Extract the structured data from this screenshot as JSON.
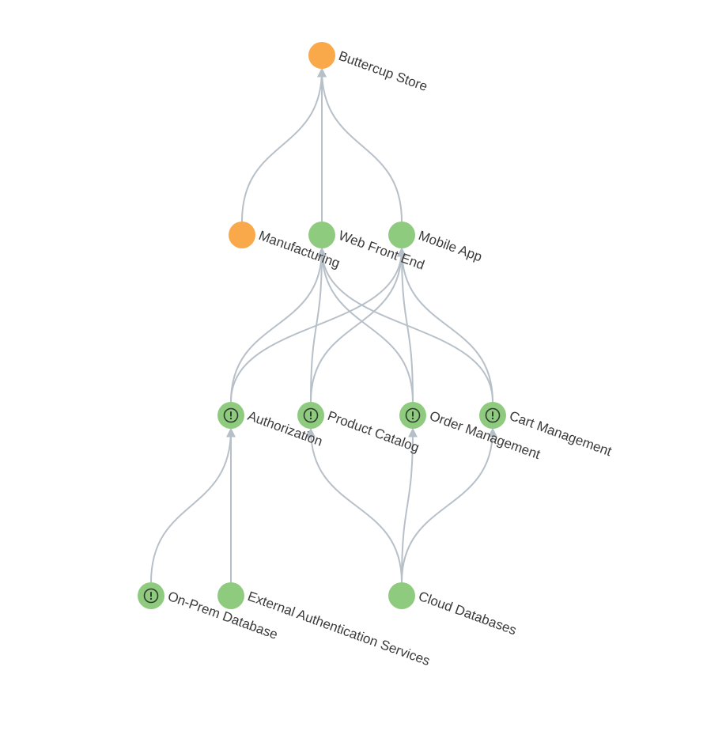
{
  "colors": {
    "healthy": "#8fcb7f",
    "degraded": "#f9a84a",
    "edge": "#b7c0c9",
    "label": "#3a3a3a",
    "warning_glyph": "#2f3a2f"
  },
  "nodes": [
    {
      "id": "buttercup-store",
      "label": "Buttercup Store",
      "status": "degraded",
      "warning": false
    },
    {
      "id": "manufacturing",
      "label": "Manufacturing",
      "status": "degraded",
      "warning": false
    },
    {
      "id": "web-front-end",
      "label": "Web Front End",
      "status": "healthy",
      "warning": false
    },
    {
      "id": "mobile-app",
      "label": "Mobile App",
      "status": "healthy",
      "warning": false
    },
    {
      "id": "authorization",
      "label": "Authorization",
      "status": "healthy",
      "warning": true
    },
    {
      "id": "product-catalog",
      "label": "Product Catalog",
      "status": "healthy",
      "warning": true
    },
    {
      "id": "order-management",
      "label": "Order Management",
      "status": "healthy",
      "warning": true
    },
    {
      "id": "cart-management",
      "label": "Cart Management",
      "status": "healthy",
      "warning": true
    },
    {
      "id": "on-prem-database",
      "label": "On-Prem Database",
      "status": "healthy",
      "warning": true
    },
    {
      "id": "external-authentication-services",
      "label": "External Authentication Services",
      "status": "healthy",
      "warning": false
    },
    {
      "id": "cloud-databases",
      "label": "Cloud Databases",
      "status": "healthy",
      "warning": false
    }
  ],
  "edges": [
    {
      "from": "manufacturing",
      "to": "buttercup-store"
    },
    {
      "from": "web-front-end",
      "to": "buttercup-store"
    },
    {
      "from": "mobile-app",
      "to": "buttercup-store"
    },
    {
      "from": "authorization",
      "to": "web-front-end"
    },
    {
      "from": "product-catalog",
      "to": "web-front-end"
    },
    {
      "from": "order-management",
      "to": "web-front-end"
    },
    {
      "from": "cart-management",
      "to": "web-front-end"
    },
    {
      "from": "authorization",
      "to": "mobile-app"
    },
    {
      "from": "product-catalog",
      "to": "mobile-app"
    },
    {
      "from": "order-management",
      "to": "mobile-app"
    },
    {
      "from": "cart-management",
      "to": "mobile-app"
    },
    {
      "from": "on-prem-database",
      "to": "authorization"
    },
    {
      "from": "external-authentication-services",
      "to": "authorization"
    },
    {
      "from": "cloud-databases",
      "to": "product-catalog"
    },
    {
      "from": "cloud-databases",
      "to": "order-management"
    },
    {
      "from": "cloud-databases",
      "to": "cart-management"
    }
  ]
}
